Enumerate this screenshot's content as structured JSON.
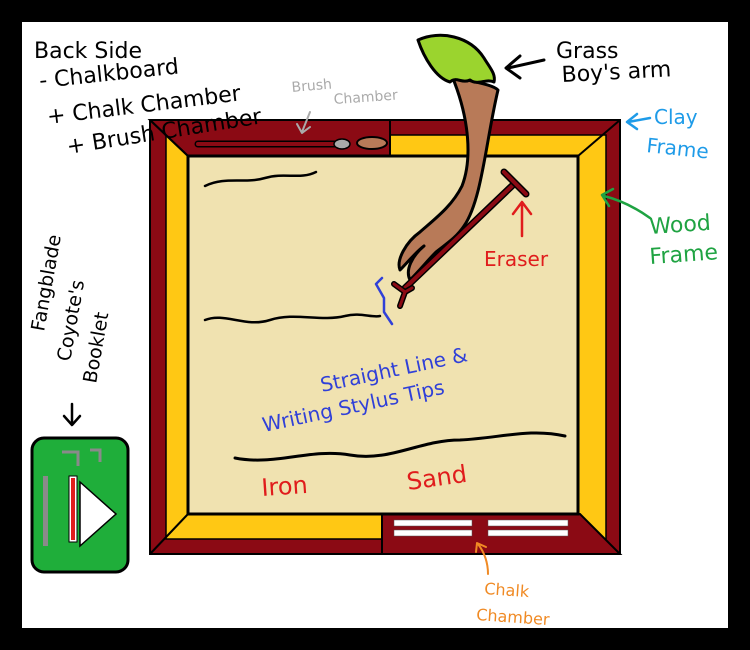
{
  "colors": {
    "frame_outer": "#8b0a14",
    "frame_inner": "#ffc814",
    "board": "#f0e2b0",
    "arm_brown": "#b87a58",
    "grass_green": "#9bd42e",
    "ink_black": "#000000",
    "red_label": "#e01c1c",
    "blue_label": "#3040d8",
    "sky_label": "#1e9be8",
    "green_label": "#1fa342",
    "gray_label": "#aaaaaa",
    "orange_label": "#f08a24",
    "booklet_green": "#1fae3a"
  },
  "labels": {
    "title_lines": [
      "Back Side",
      "- Chalkboard",
      "+ Chalk Chamber",
      "+ Brush Chamber"
    ],
    "brush_chamber_lines": [
      "Brush",
      "Chamber"
    ],
    "grass_arm_lines": [
      "Grass",
      "Boy's arm"
    ],
    "clay_frame_lines": [
      "Clay",
      "Frame"
    ],
    "wood_frame_lines": [
      "Wood",
      "Frame"
    ],
    "eraser": "Eraser",
    "stylus_lines": [
      "Straight Line &",
      "Writing Stylus Tips"
    ],
    "iron": "Iron",
    "sand": "Sand",
    "chalk_chamber_lines": [
      "Chalk",
      "Chamber"
    ],
    "booklet_lines": [
      "Fangblade",
      "Coyote's",
      "Booklet"
    ]
  },
  "icons": {
    "booklet": "play-booklet-icon",
    "pointer": "down-arrow-icon"
  }
}
